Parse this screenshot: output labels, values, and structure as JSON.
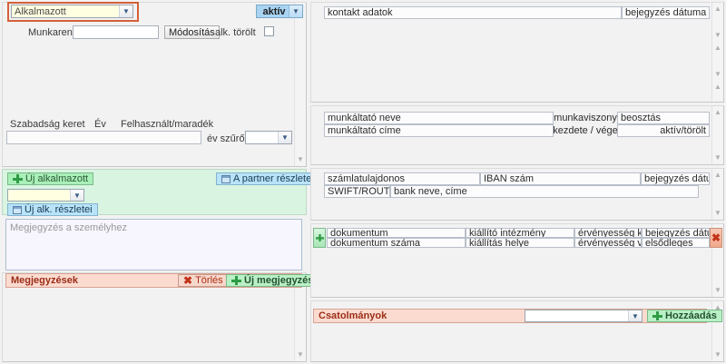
{
  "left": {
    "employee_combo": {
      "value": "Alkalmazott",
      "icon": "chevron-down-icon"
    },
    "status_combo": {
      "value": "aktív",
      "icon": "chevron-down-icon"
    },
    "work_schedule": {
      "label": "Munkarend",
      "value": "",
      "placeholder": ""
    },
    "modify_button": "Módosítás",
    "deleted_checkbox_label": "alk. törölt",
    "vacation": {
      "col_frame": "Szabadság keret",
      "col_year": "Év",
      "col_used": "Felhasznált/maradék",
      "year_filter_label": "év szűrő",
      "year_filter_value": ""
    },
    "actions": {
      "new_employee": "Új alkalmazott",
      "new_employee_icon": "add-person-icon",
      "partner_details": "A partner részletei",
      "partner_details_icon": "window-icon",
      "employee_select_value": "",
      "new_employee_details": "Új alk. részletei",
      "new_employee_details_icon": "window-icon"
    },
    "note": {
      "placeholder": "Megjegyzés a személyhez",
      "value": ""
    },
    "notes_section": {
      "title": "Megjegyzések",
      "delete_button": "Törlés",
      "delete_icon": "red-x-icon",
      "new_note_button": "Új megjegyzés",
      "new_note_icon": "add-note-icon"
    }
  },
  "right": {
    "contact": {
      "col_data": "kontakt adatok",
      "col_entry_date": "bejegyzés dátuma"
    },
    "employment": {
      "col_employer_name": "munkáltató neve",
      "col_employer_address": "munkáltató címe",
      "col_relation": "munkaviszony",
      "col_period": "kezdete / vége",
      "col_position": "beosztás",
      "col_active_deleted": "aktív/törölt"
    },
    "bank": {
      "col_account_owner": "számlatulajdonos",
      "col_iban": "IBAN szám",
      "col_entry_date": "bejegyzés dátuma",
      "col_swift": "SWIFT/ROUT/BLZ",
      "col_bank_name_address": "bank neve, címe"
    },
    "documents": {
      "add_icon": "add-document-icon",
      "delete_icon": "red-x-icon",
      "col_document": "dokumentum",
      "col_document_number": "dokumentum száma",
      "col_issuer": "kiállító intézmény",
      "col_issue_place": "kiállítás helye",
      "col_valid_from": "érvényesség kezd.",
      "col_valid_to": "érvényesség vége",
      "col_entry_date": "bejegyzés dátuma",
      "col_primary": "elsődleges"
    },
    "attachments": {
      "title": "Csatolmányok",
      "select_value": "",
      "select_icon": "chevron-down-icon",
      "add_button": "Hozzáadás",
      "add_icon": "add-attachment-icon"
    }
  },
  "scroll": {
    "up": "▲",
    "down": "▼"
  },
  "colors": {
    "accent_orange": "#d4603a",
    "panel_green": "#d9f5e2",
    "bar_pink": "#fbdbd0",
    "combo_yellow": "#ffffe1",
    "combo_blue": "#a8d4f2"
  }
}
